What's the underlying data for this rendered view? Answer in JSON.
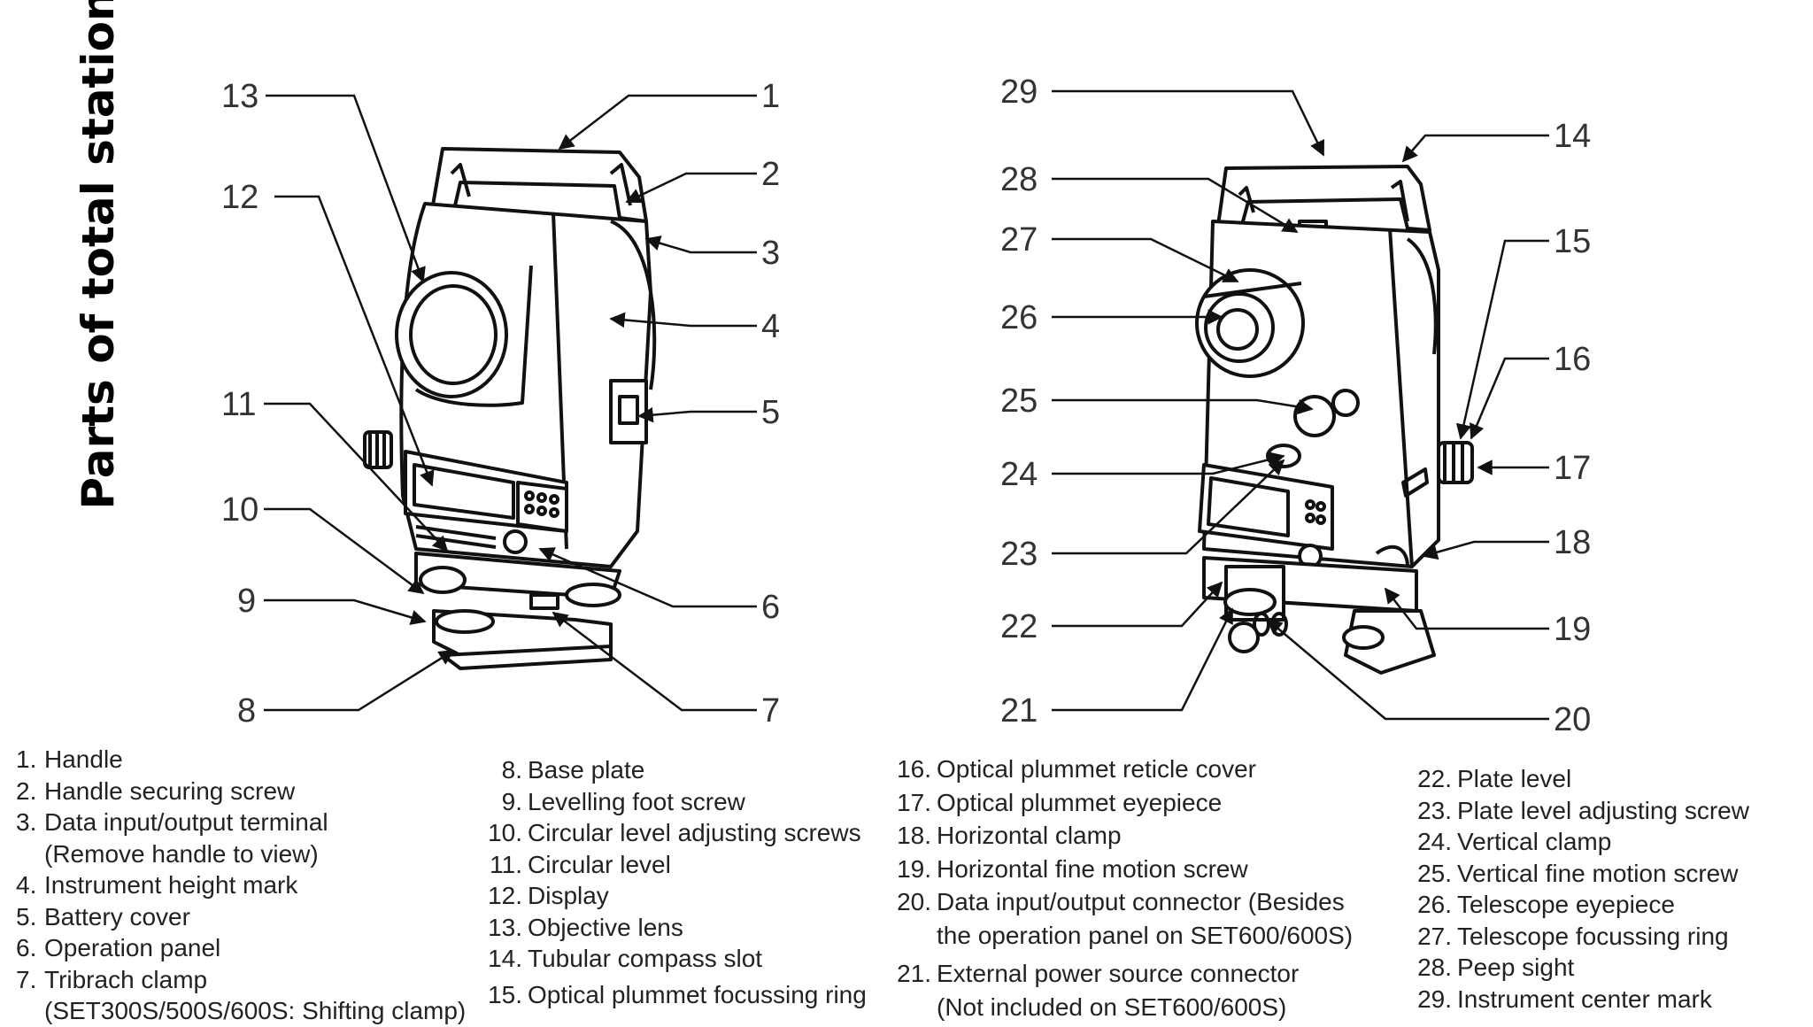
{
  "title": "Parts of total station",
  "callouts_front": [
    "13",
    "12",
    "11",
    "10",
    "9",
    "8",
    "1",
    "2",
    "3",
    "4",
    "5",
    "6",
    "7"
  ],
  "callouts_back": [
    "29",
    "28",
    "27",
    "26",
    "25",
    "24",
    "23",
    "22",
    "21",
    "14",
    "15",
    "16",
    "17",
    "18",
    "19",
    "20"
  ],
  "legend": {
    "col1": [
      {
        "num": "1.",
        "text": "Handle"
      },
      {
        "num": "2.",
        "text": "Handle securing screw"
      },
      {
        "num": "3.",
        "text": "Data input/output terminal",
        "cont": "(Remove handle to view)"
      },
      {
        "num": "4.",
        "text": "Instrument height mark"
      },
      {
        "num": "5.",
        "text": "Battery cover"
      },
      {
        "num": "6.",
        "text": "Operation panel"
      },
      {
        "num": "7.",
        "text": "Tribrach clamp",
        "cont": "(SET300S/500S/600S: Shifting clamp)"
      }
    ],
    "col2": [
      {
        "num": "8.",
        "text": "Base plate"
      },
      {
        "num": "9.",
        "text": "Levelling foot screw"
      },
      {
        "num": "10.",
        "text": "Circular level adjusting screws"
      },
      {
        "num": "11.",
        "text": "Circular level"
      },
      {
        "num": "12.",
        "text": "Display"
      },
      {
        "num": "13.",
        "text": "Objective lens"
      },
      {
        "num": "14.",
        "text": "Tubular compass slot"
      },
      {
        "num": "15.",
        "text": "Optical plummet focussing ring"
      }
    ],
    "col3": [
      {
        "num": "16.",
        "text": "Optical plummet reticle cover"
      },
      {
        "num": "17.",
        "text": "Optical plummet eyepiece"
      },
      {
        "num": "18.",
        "text": "Horizontal clamp"
      },
      {
        "num": "19.",
        "text": "Horizontal fine motion screw"
      },
      {
        "num": "20.",
        "text": "Data input/output connector (Besides",
        "cont": "the operation panel on SET600/600S)"
      },
      {
        "num": "21.",
        "text": "External power source connector",
        "cont": "(Not included on SET600/600S)"
      }
    ],
    "col4": [
      {
        "num": "22.",
        "text": "Plate level"
      },
      {
        "num": "23.",
        "text": "Plate level adjusting screw"
      },
      {
        "num": "24.",
        "text": "Vertical clamp"
      },
      {
        "num": "25.",
        "text": "Vertical fine motion screw"
      },
      {
        "num": "26.",
        "text": "Telescope eyepiece"
      },
      {
        "num": "27.",
        "text": "Telescope focussing ring"
      },
      {
        "num": "28.",
        "text": "Peep sight"
      },
      {
        "num": "29.",
        "text": "Instrument center mark"
      }
    ]
  }
}
